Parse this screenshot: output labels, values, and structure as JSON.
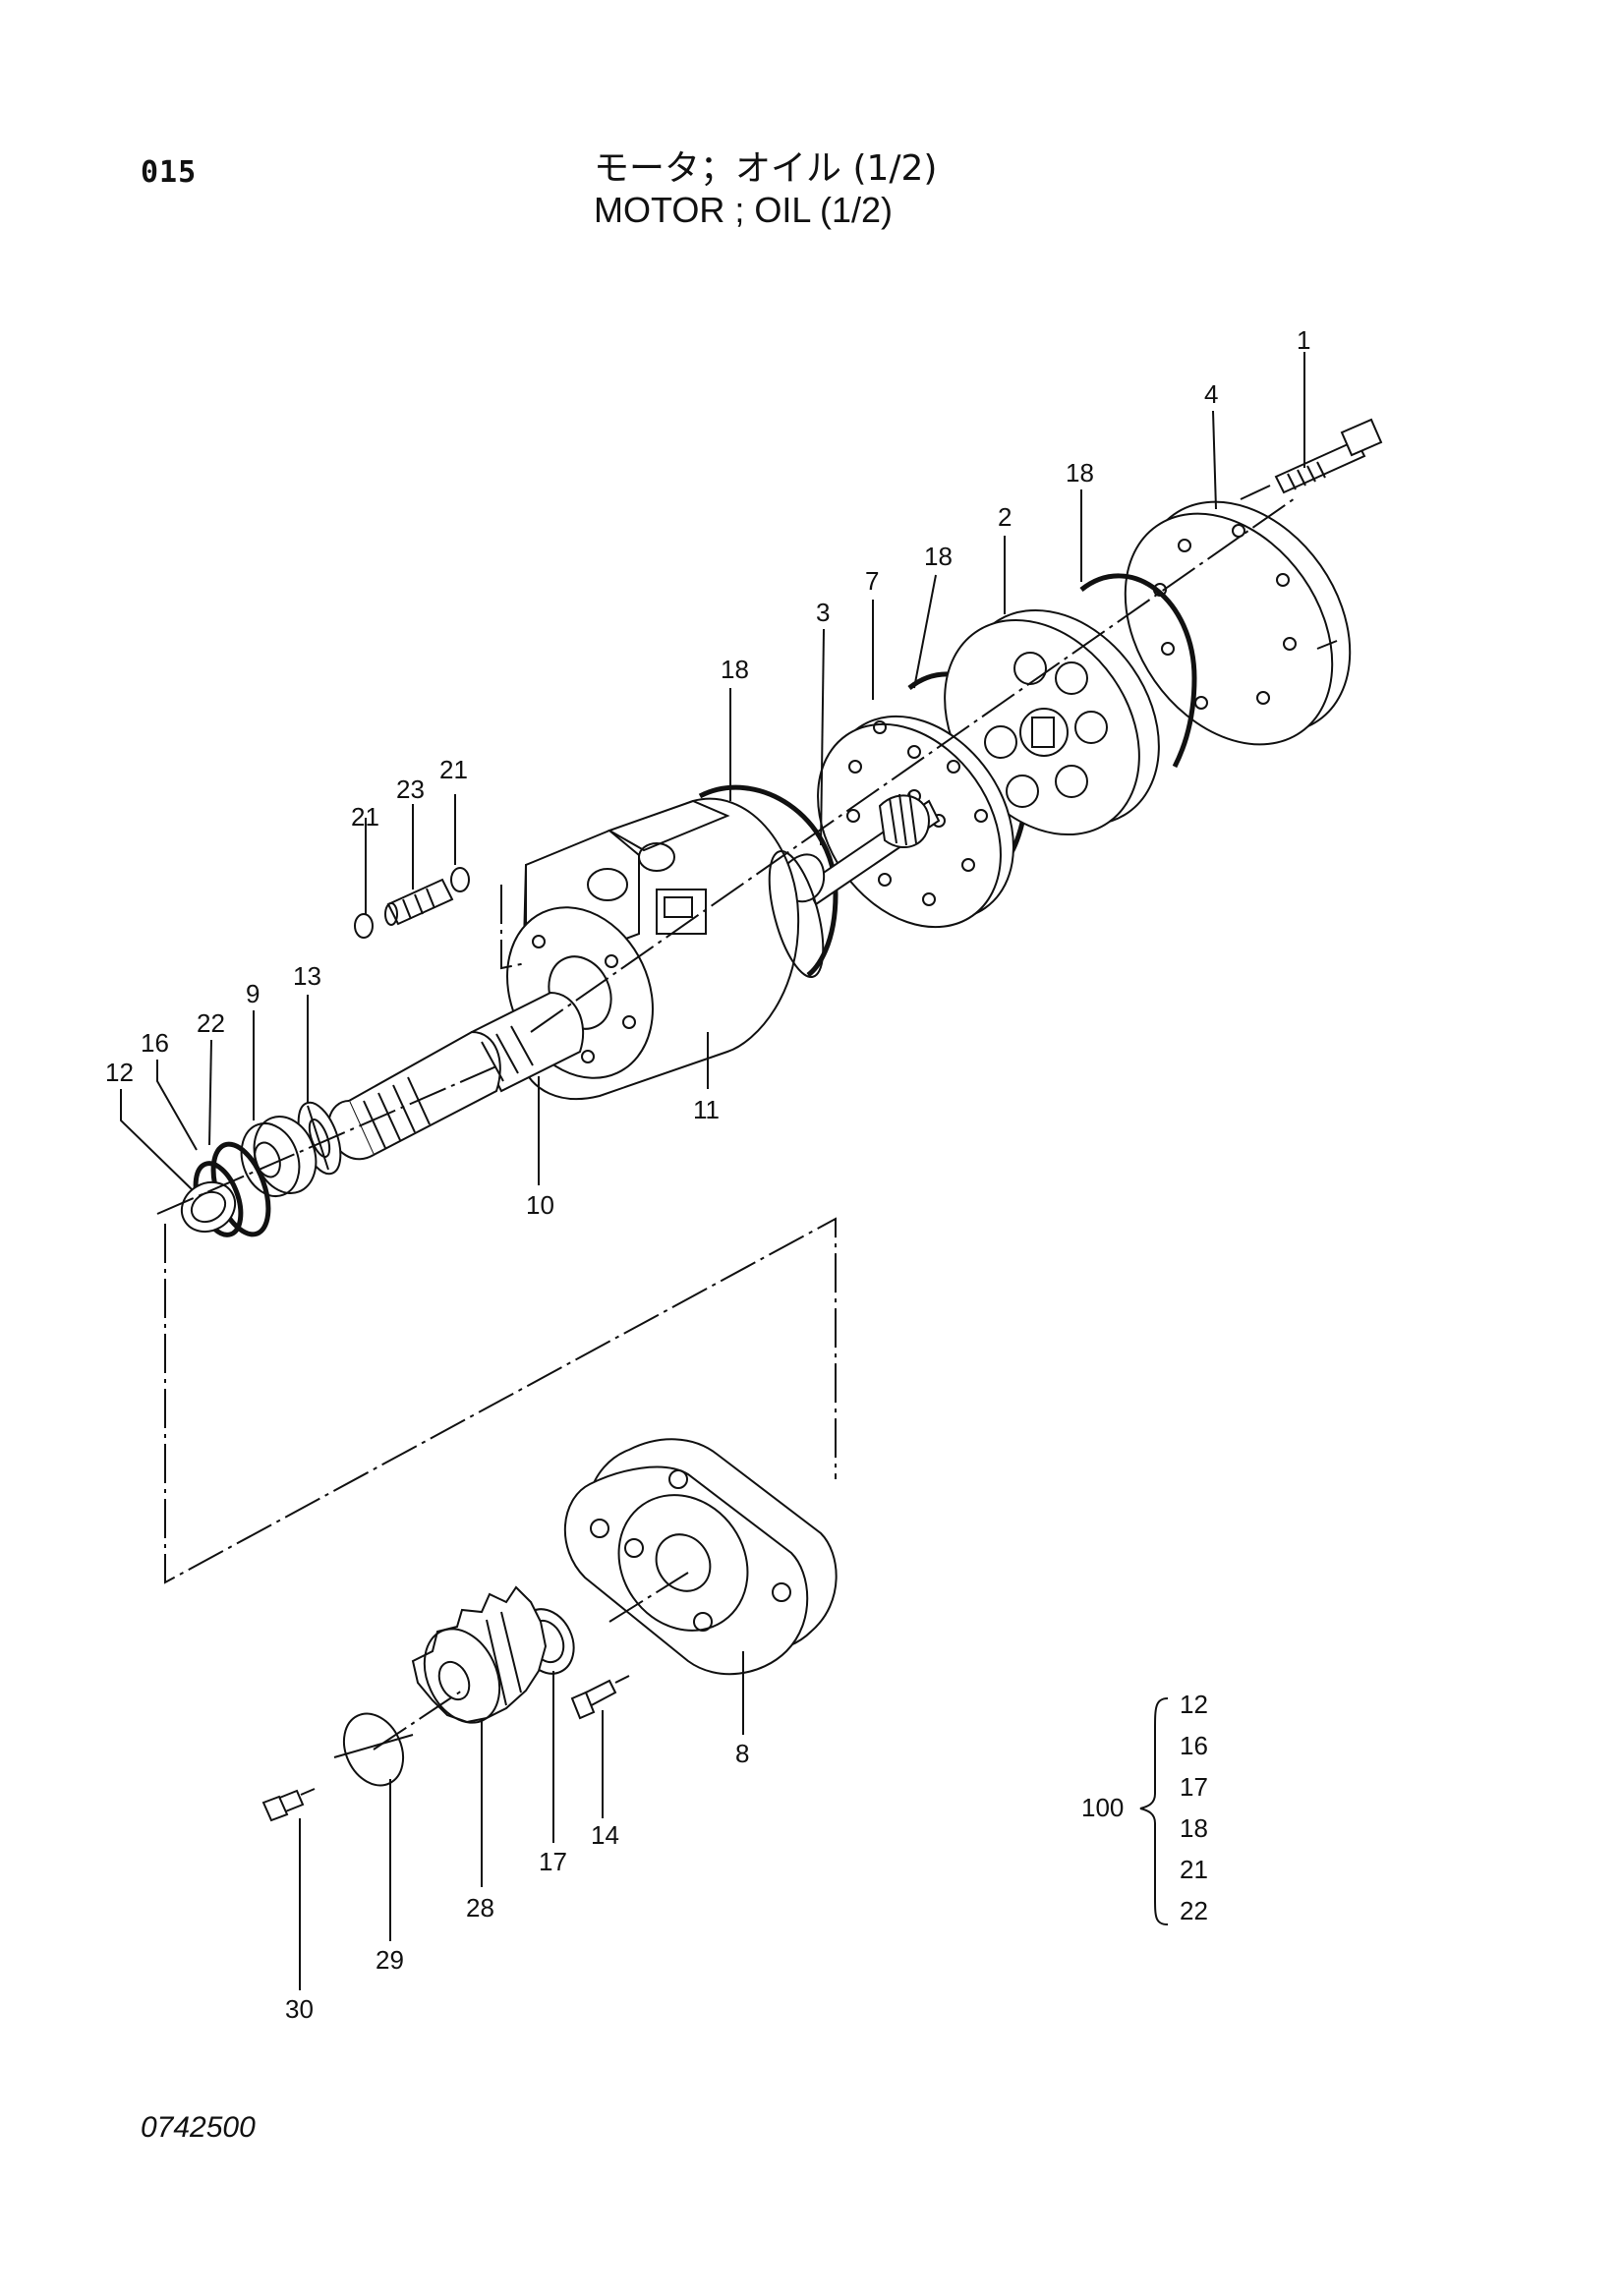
{
  "header": {
    "page_number": "015",
    "title_jp": "モータ；オイル (1/2)",
    "title_en": "MOTOR ; OIL (1/2)"
  },
  "callouts": {
    "c1": "1",
    "c4": "4",
    "c18a": "18",
    "c2": "2",
    "c18b": "18",
    "c7": "7",
    "c3": "3",
    "c18c": "18",
    "c21a": "21",
    "c23": "23",
    "c21b": "21",
    "c13": "13",
    "c9": "9",
    "c22": "22",
    "c16": "16",
    "c12": "12",
    "c10": "10",
    "c11": "11",
    "c8": "8",
    "c17": "17",
    "c14": "14",
    "c28": "28",
    "c29": "29",
    "c30": "30"
  },
  "kit": {
    "label": "100",
    "items": [
      "12",
      "16",
      "17",
      "18",
      "21",
      "22"
    ]
  },
  "footer": {
    "drawing_code": "0742500"
  }
}
